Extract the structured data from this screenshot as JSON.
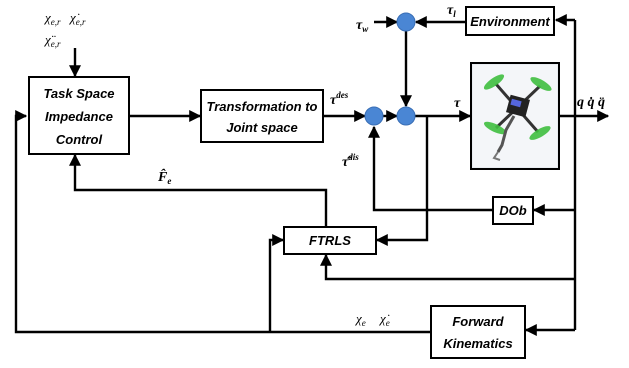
{
  "blocks": {
    "impedance": [
      "Task Space",
      "Impedance",
      "Control"
    ],
    "transformation": [
      "Transformation to",
      "Joint space"
    ],
    "environment": "Environment",
    "dob": "DOb",
    "ftrls": "FTRLS",
    "forward_kinematics": [
      "Forward",
      "Kinematics"
    ]
  },
  "signals": {
    "ref_pos": "χ",
    "ref_pos_sub": "e,r",
    "ref_vel": "χ̇",
    "ref_vel_sub": "e,r",
    "ref_acc": "χ̈",
    "ref_acc_sub": "e,r",
    "tau_w": "τ",
    "tau_w_sub": "w",
    "tau_l": "τ",
    "tau_l_sub": "l",
    "tau_des": "τ",
    "tau_des_sup": "des",
    "tau": "τ",
    "tau_dis_hat": "τ̂",
    "tau_dis_sup": "dis",
    "force_hat": "F̂",
    "force_sub": "e",
    "output": "q  q̇  q̈",
    "chi_e": "χ",
    "chi_e_sub": "e",
    "chi_e_dot": "χ̇",
    "chi_e_dot_sub": "e"
  },
  "colors": {
    "summing_junction": "#4a86d4",
    "drone_rotor": "#3fbf3f"
  },
  "image": {
    "name": "aerial-manipulator-render"
  }
}
